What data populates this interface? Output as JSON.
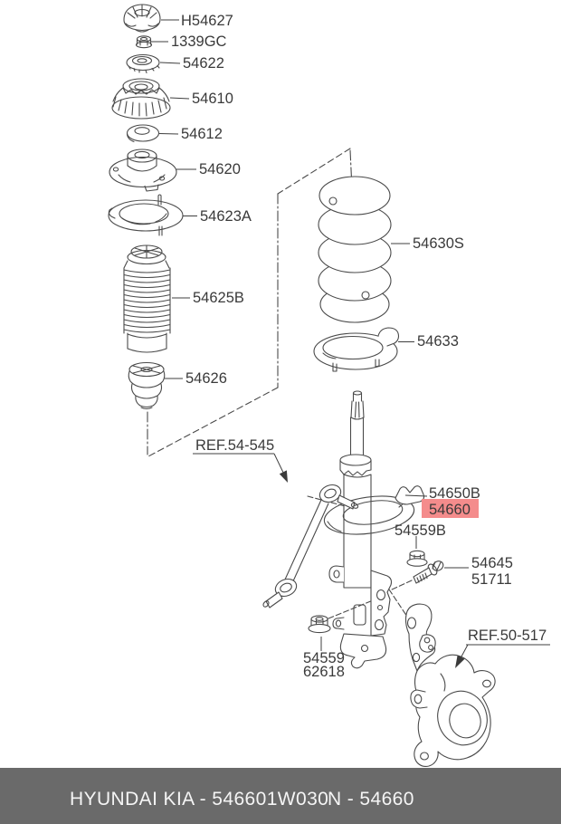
{
  "canvas": {
    "background": "#ffffff",
    "line_color": "#4a4a4a",
    "label_color": "#3a3a3a"
  },
  "diagram": {
    "labels": {
      "strut_cap": "H54627",
      "lock_nut": "1339GC",
      "strut_bearing": "54622",
      "strut_insulator": "54610",
      "washer": "54612",
      "spring_upper_seat": "54620",
      "spring_upper_pad": "54623A",
      "dust_cover": "54625B",
      "bump_stopper": "54626",
      "coil_spring": "54630S",
      "spring_lower_pad": "54633",
      "ref_stabilizer_link": "REF.54-545",
      "strut_assembly": "54650B",
      "strut_assembly_selected": "54660",
      "flange_nut_upper": "54559B",
      "bolt_primary": "54645",
      "bolt_alternate": "51711",
      "ref_knuckle": "REF.50-517",
      "flange_nut_lower": "54559",
      "flange_nut_lower_alt": "62618"
    },
    "highlight": {
      "background": "#f48c8c",
      "text_color": "#a62f2f"
    }
  },
  "footer": {
    "background": "#6a6a6a",
    "text_color": "#f5f5f5",
    "brand_code": "HYUNDAI  KIA - 546601W030",
    "catalog_code": "N - 54660"
  }
}
